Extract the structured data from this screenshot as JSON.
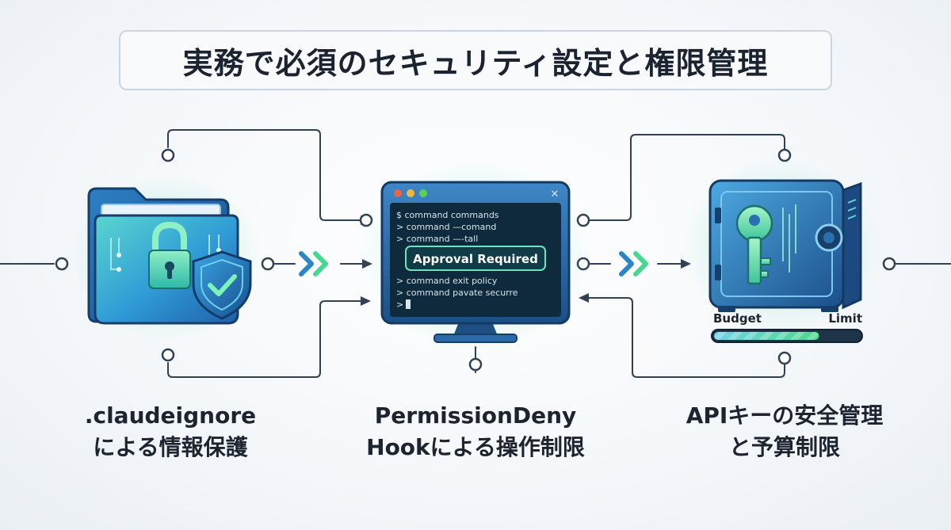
{
  "title": "実務で必須のセキュリティ設定と権限管理",
  "colors": {
    "line": "#2f4254",
    "accent_green": "#45d98f",
    "accent_blue": "#2b86c9",
    "dark_blue": "#1e4f86",
    "screen": "#0e2a3c"
  },
  "steps": [
    {
      "icon": "folder-lock-shield-icon",
      "caption_line1": ".claudeignore",
      "caption_line2": "による情報保護"
    },
    {
      "icon": "terminal-monitor-icon",
      "caption_line1": "PermissionDeny",
      "caption_line2": "Hookによる操作制限",
      "terminal": {
        "lines_top": [
          "$ command commands",
          "> command —comand",
          "> command —-tall"
        ],
        "approval_label": "Approval Required",
        "lines_bottom": [
          "> command exit policy",
          "> command pavate securre",
          ">"
        ],
        "close_glyph": "✕"
      }
    },
    {
      "icon": "key-safe-icon",
      "caption_line1": "APIキーの安全管理",
      "caption_line2": "と予算制限",
      "budget": {
        "left_label": "Budget",
        "right_label": "Limit",
        "fill": 0.72
      }
    }
  ]
}
